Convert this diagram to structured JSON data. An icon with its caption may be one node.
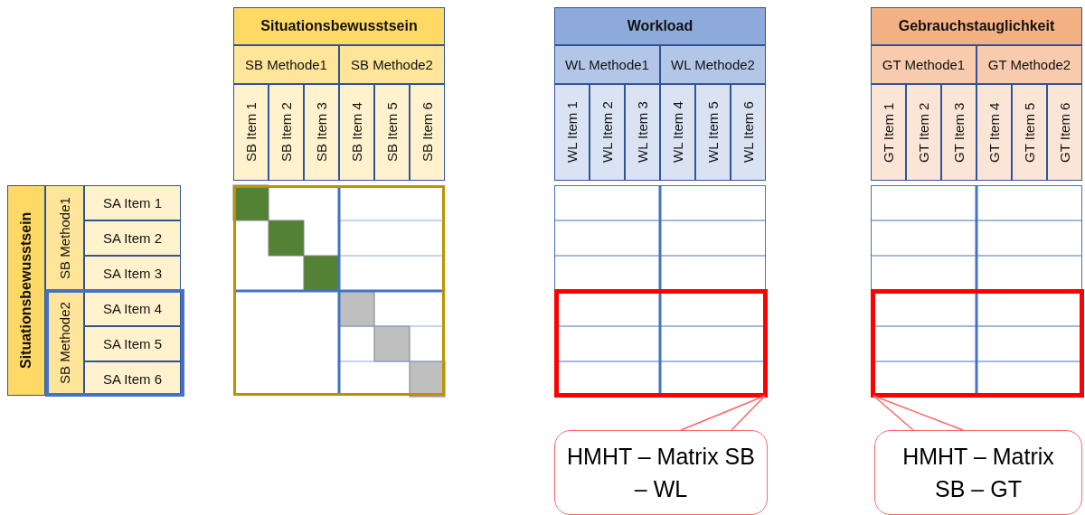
{
  "diagram": {
    "nodes": [
      {
        "text": [],
        "shape": "box"
      },
      {
        "text": [],
        "shape": "box"
      },
      {
        "text": [
          "HMHT – Matrix SB – WL"
        ]
      },
      {
        "text": [
          "HMHT – Matrix SB – GT"
        ]
      }
    ],
    "edges": [
      {
        "from": 2,
        "to": 0,
        "arrow": "none"
      },
      {
        "from": 3,
        "to": 1,
        "arrow": "none"
      }
    ],
    "labels": [
      "Situationsbewusstsein",
      "SB Methode1",
      "SB Methode2",
      "SB Item 1",
      "SB Item 2",
      "SB Item 3",
      "SB Item 4",
      "SB Item 5",
      "SB Item 6",
      "Workload",
      "WL Methode1",
      "WL Methode2",
      "WL Item 1",
      "WL Item 2",
      "WL Item 3",
      "WL Item 4",
      "WL Item 5",
      "WL Item 6",
      "Gebrauchstauglichkeit",
      "GT Methode1",
      "GT Methode2",
      "GT Item 1",
      "GT Item 2",
      "GT Item 3",
      "GT Item 4",
      "GT Item 5",
      "GT Item 6",
      "Situationsbewusstsein",
      "SB Methode1",
      "SA Item 1",
      "SA Item 2",
      "SA Item 3",
      "SB Methode2",
      "SA Item 4",
      "SA Item 5",
      "SA Item 6"
    ]
  }
}
